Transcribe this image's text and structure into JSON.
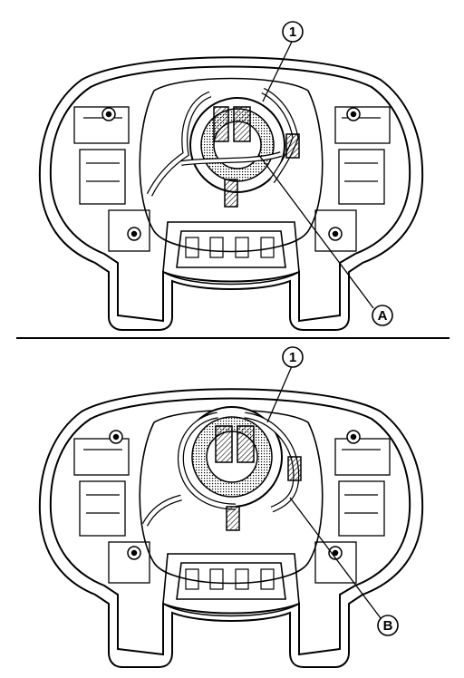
{
  "panels": [
    {
      "callouts": [
        {
          "id": "1",
          "label": "1"
        },
        {
          "id": "A",
          "label": "A"
        }
      ]
    },
    {
      "callouts": [
        {
          "id": "1",
          "label": "1"
        },
        {
          "id": "B",
          "label": "B"
        }
      ]
    }
  ],
  "colors": {
    "line": "#000000",
    "fill": "#ffffff",
    "hatch": "#777777"
  }
}
